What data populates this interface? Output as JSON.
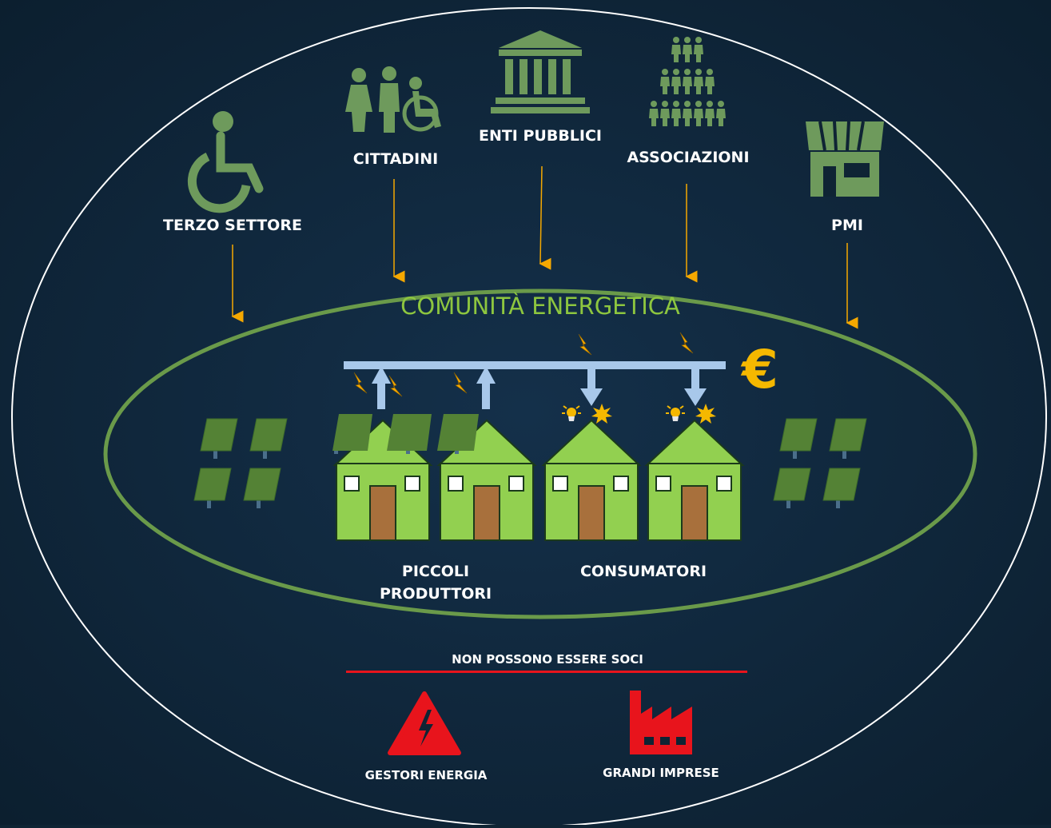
{
  "stakeholders": {
    "terzo_settore": "TERZO SETTORE",
    "cittadini": "CITTADINI",
    "enti_pubblici": "ENTI PUBBLICI",
    "associazioni": "ASSOCIAZIONI",
    "pmi": "PMI"
  },
  "community": {
    "title": "COMUNITÀ ENERGETICA",
    "currency_symbol": "€",
    "producers_line1": "PICCOLI",
    "producers_line2": "PRODUTTORI",
    "consumers": "CONSUMATORI"
  },
  "excluded": {
    "heading": "NON POSSONO ESSERE SOCI",
    "energy_managers": "GESTORI ENERGIA",
    "large_companies": "GRANDI IMPRESE"
  },
  "colors": {
    "background": "#0f2434",
    "community_green": "#8dc63f",
    "house_green": "#92d050",
    "icon_green": "#6e9a5c",
    "arrow_orange": "#f5a800",
    "euro_yellow": "#f5b800",
    "grid_blue": "#a8c8ea",
    "exclusion_red": "#e8141c",
    "panel_green": "#548235"
  }
}
